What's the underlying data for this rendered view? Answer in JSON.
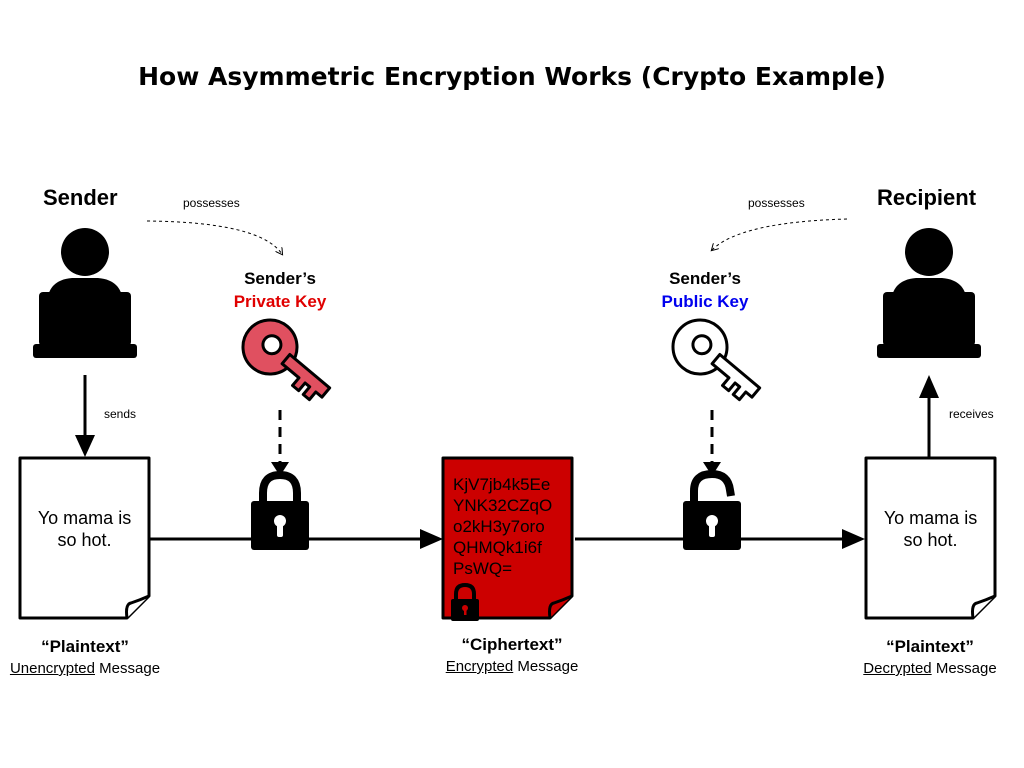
{
  "title": "How Asymmetric Encryption Works (Crypto Example)",
  "sender": {
    "label": "Sender",
    "possesses": "possesses",
    "sends": "sends"
  },
  "recipient": {
    "label": "Recipient",
    "possesses": "possesses",
    "receives": "receives"
  },
  "private_key": {
    "line1": "Sender’s",
    "line2": "Private Key",
    "color": "#e00000"
  },
  "public_key": {
    "line1": "Sender’s",
    "line2": "Public Key",
    "color": "#0000ee"
  },
  "plaintext_left": {
    "message_line1": "Yo mama is",
    "message_line2": "so hot.",
    "caption_title": "“Plaintext”",
    "caption_underlined": "Unencrypted",
    "caption_rest": " Message"
  },
  "ciphertext": {
    "lines": [
      "KjV7jb4k5Ee",
      "YNK32CZqO",
      "o2kH3y7oro",
      "QHMQk1i6f",
      "PsWQ="
    ],
    "caption_title": "“Ciphertext”",
    "caption_underlined": "Encrypted",
    "caption_rest": " Message",
    "color": "#cc0000"
  },
  "plaintext_right": {
    "message_line1": "Yo mama is",
    "message_line2": "so hot.",
    "caption_title": "“Plaintext”",
    "caption_underlined": "Decrypted",
    "caption_rest": " Message"
  },
  "icons": {
    "sender_icon": "person-at-laptop-icon",
    "recipient_icon": "person-at-laptop-icon",
    "private_key_icon": "red-key-icon",
    "public_key_icon": "white-key-icon",
    "closed_lock_icon": "closed-padlock-icon",
    "open_lock_icon": "open-padlock-icon"
  }
}
